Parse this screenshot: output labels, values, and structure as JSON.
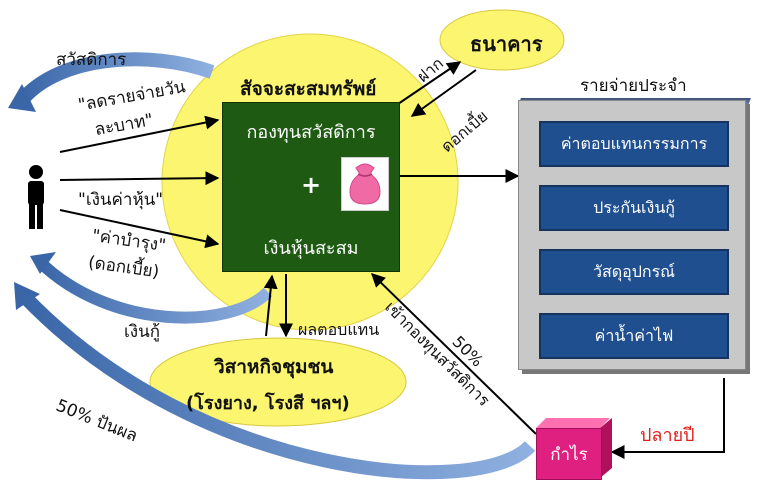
{
  "labels": {
    "welfare": "สวัสดิการ",
    "reduce_expense": "\"ลดรายจ่ายวัน",
    "reduce_expense_2": "ละบาท\"",
    "share_money": "\"เงินค่าหุ้น\"",
    "maintenance": "\"ค่าบำรุง\"",
    "maintenance_2": "(ดอกเบี้ย)",
    "loan": "เงินกู้",
    "dividend": "50% ปันผล",
    "asset_accumulation": "สัจจะสะสมทรัพย์",
    "deposit": "ฝาก",
    "interest": "ดอกเบี้ย",
    "bank": "ธนาคาร",
    "regular_expense": "รายจ่ายประจำ",
    "welfare_fund": "กองทุนสวัสดิการ",
    "plus": "+",
    "accumulated_shares": "เงินหุ้นสะสม",
    "returns": "ผลตอบแทน",
    "community_enterprise": "วิสาหกิจชุมชน",
    "community_enterprise_2": "(โรงยาง, โรงสี ฯลฯ)",
    "to_welfare_fund_pct": "50%",
    "to_welfare_fund": "เข้ากองทุนสวัสดิการ",
    "profit": "กำไร",
    "year_end": "ปลายปี"
  },
  "expenses": [
    "ค่าตอบแทนกรรมการ",
    "ประกันเงินกู้",
    "วัสดุอุปกรณ์",
    "ค่าน้ำค่าไฟ"
  ],
  "colors": {
    "circle": "#fbf570",
    "center_box": "#1e5a12",
    "expense_item": "#1f4f8f",
    "profit": "#e02080",
    "year_end": "#e0201c",
    "curved_arrow": "#4f7fc0"
  },
  "icons": {
    "person": "person-icon",
    "money_bag": "money-bag-icon"
  }
}
